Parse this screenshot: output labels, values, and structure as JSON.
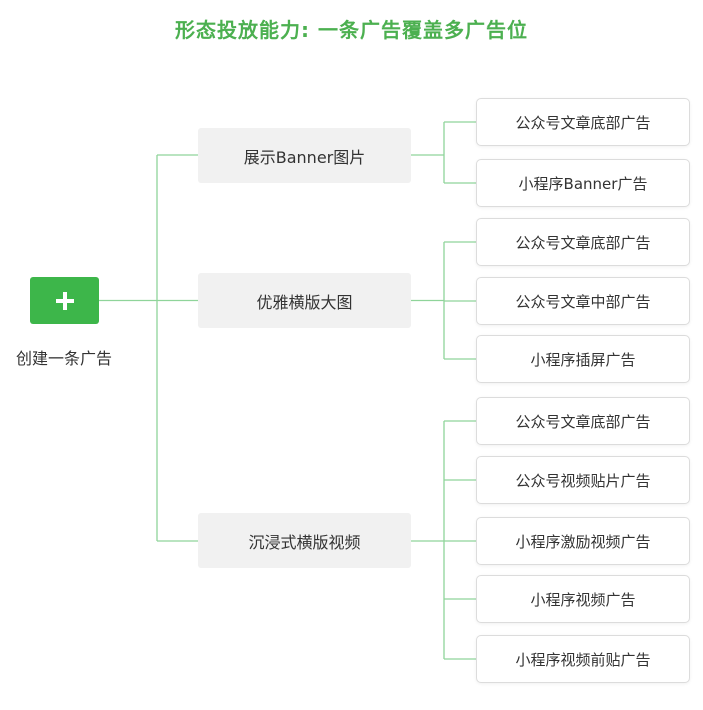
{
  "title": "形态投放能力: 一条广告覆盖多广告位",
  "root": {
    "icon": "plus-icon",
    "label": "创建一条广告"
  },
  "categories": [
    {
      "label": "展示Banner图片",
      "placements": [
        "公众号文章底部广告",
        "小程序Banner广告"
      ]
    },
    {
      "label": "优雅横版大图",
      "placements": [
        "公众号文章底部广告",
        "公众号文章中部广告",
        "小程序插屏广告"
      ]
    },
    {
      "label": "沉浸式横版视频",
      "placements": [
        "公众号文章底部广告",
        "公众号视频贴片广告",
        "小程序激励视频广告",
        "小程序视频广告",
        "小程序视频前贴广告"
      ]
    }
  ],
  "colors": {
    "accent": "#3db64a",
    "title": "#4cb050",
    "connector": "#8fd49a",
    "category_bg": "#f1f1f1",
    "leaf_border": "#dcdcdc"
  }
}
